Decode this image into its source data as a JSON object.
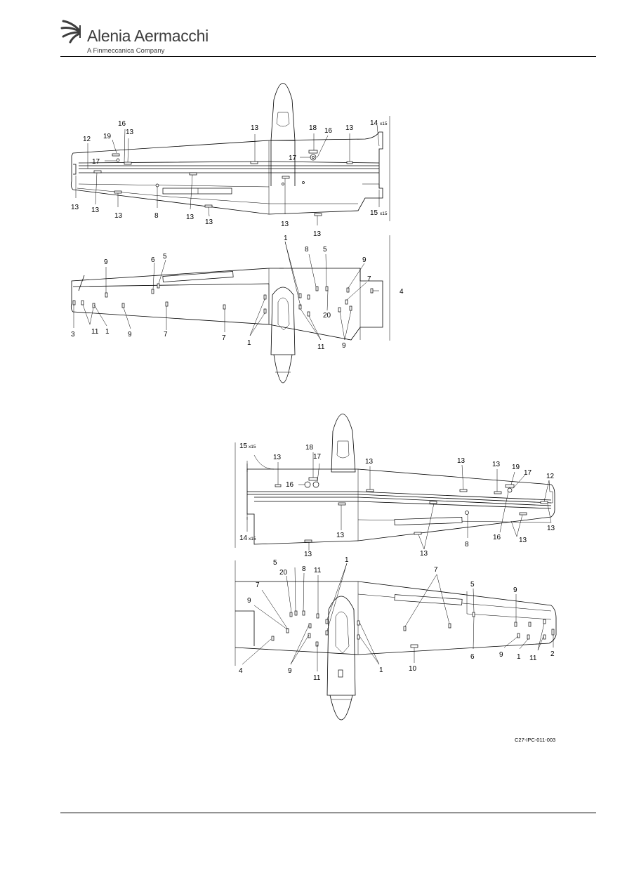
{
  "header": {
    "brand_name": "Alenia Aermacchi",
    "brand_sub": "A Finmeccanica Company",
    "logo_icon": "alenia-swoosh-icon"
  },
  "figure": {
    "reference": "C27-IPC-011-003",
    "quantity_suffix": "x15",
    "view1_callouts": [
      "19",
      "16",
      "13",
      "12",
      "17",
      "13",
      "13",
      "13",
      "8",
      "13",
      "13",
      "13",
      "13",
      "18",
      "16",
      "17",
      "13",
      "14",
      "15",
      "13"
    ],
    "view2_callouts": [
      "1",
      "8",
      "5",
      "9",
      "6",
      "5",
      "9",
      "7",
      "4",
      "20",
      "3",
      "11",
      "1",
      "9",
      "7",
      "7",
      "1",
      "11",
      "9"
    ],
    "view3_callouts": [
      "15",
      "18",
      "17",
      "13",
      "16",
      "13",
      "13",
      "13",
      "19",
      "17",
      "12",
      "13",
      "13",
      "8",
      "16",
      "13",
      "14",
      "13",
      "13"
    ],
    "view4_callouts": [
      "5",
      "20",
      "8",
      "11",
      "1",
      "7",
      "9",
      "4",
      "9",
      "11",
      "1",
      "10",
      "7",
      "5",
      "6",
      "9",
      "9",
      "1",
      "11",
      "2"
    ]
  },
  "colors": {
    "line": "#000000",
    "text": "#000000",
    "logo": "#3d3d3d",
    "background": "#ffffff"
  }
}
